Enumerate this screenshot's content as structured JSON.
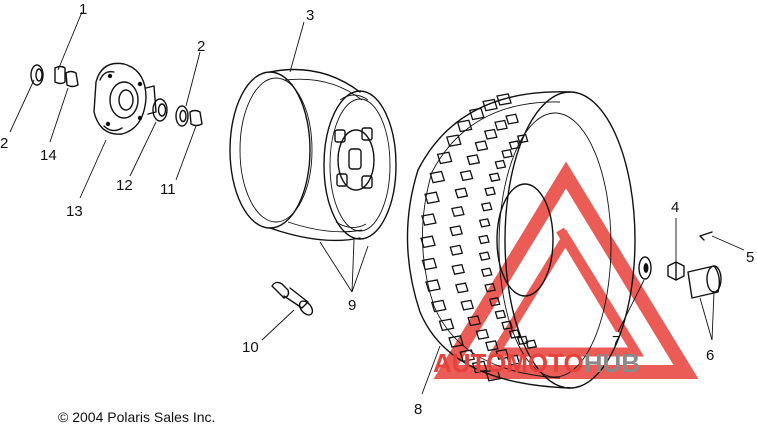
{
  "diagram": {
    "copyright": "© 2004 Polaris Sales Inc.",
    "callouts": [
      "1",
      "2",
      "3",
      "2",
      "14",
      "13",
      "12",
      "11",
      "9",
      "10",
      "8",
      "7",
      "4",
      "5",
      "6"
    ],
    "watermark": {
      "part1": "AUTO",
      "part2": "MOTO",
      "part3": "HUB",
      "color_red": "#e8403a",
      "color_gray": "#8a8a8a"
    }
  }
}
